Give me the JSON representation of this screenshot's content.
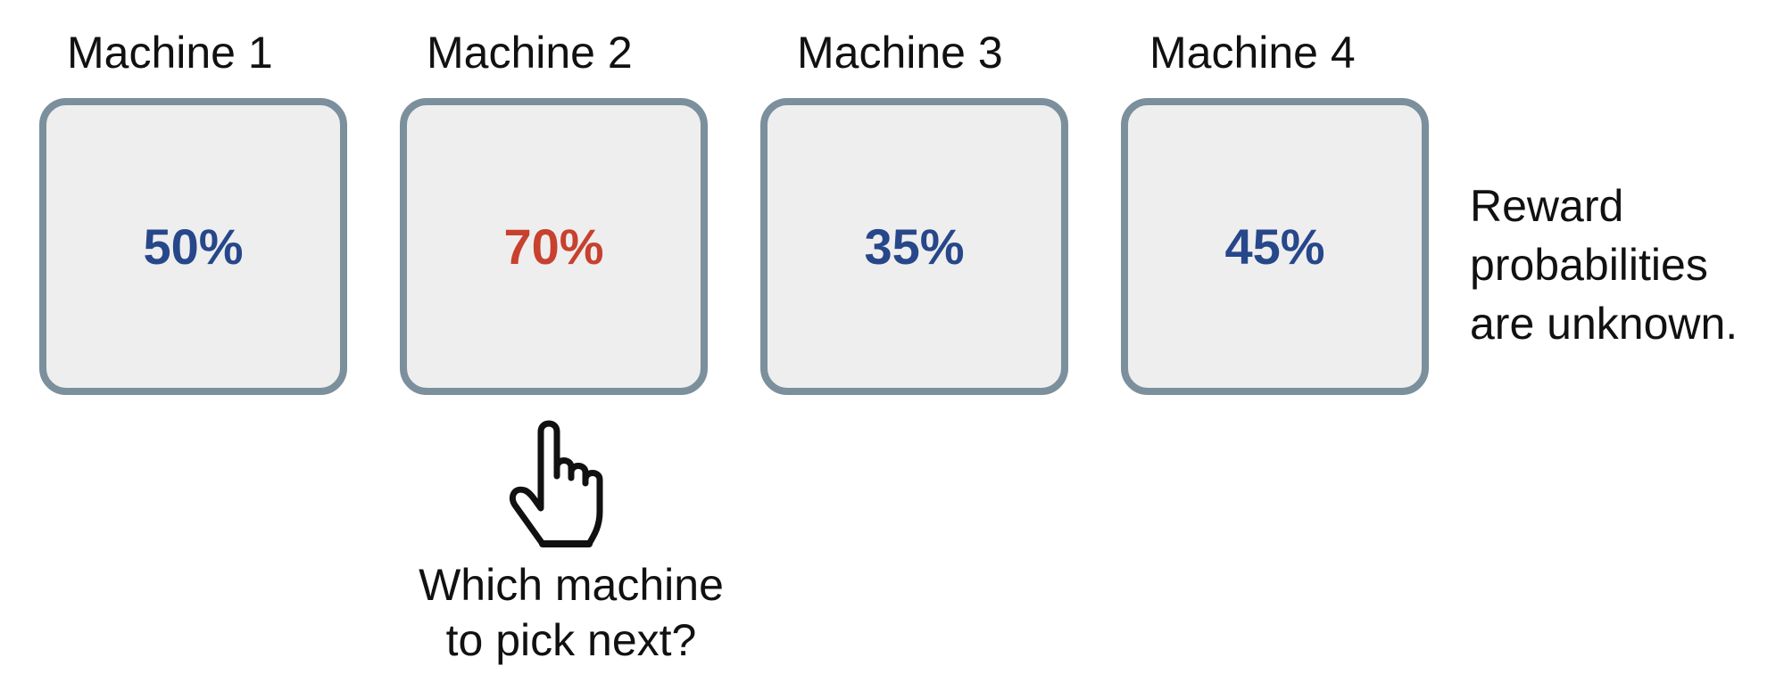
{
  "machines": [
    {
      "title": "Machine 1",
      "probability": "50%"
    },
    {
      "title": "Machine 2",
      "probability": "70%"
    },
    {
      "title": "Machine 3",
      "probability": "35%"
    },
    {
      "title": "Machine 4",
      "probability": "45%"
    }
  ],
  "highlighted_machine": "Machine 2",
  "side_note": [
    "Reward",
    "probabilities",
    "are unknown."
  ],
  "question": [
    "Which machine",
    "to pick next?"
  ],
  "colors": {
    "box_border": "#7b8f9c",
    "box_fill": "#eeeeee",
    "probability_text": "#27478b",
    "highlight_text": "#c8402e"
  },
  "icons": {
    "pointer": "pointing-hand-icon"
  }
}
